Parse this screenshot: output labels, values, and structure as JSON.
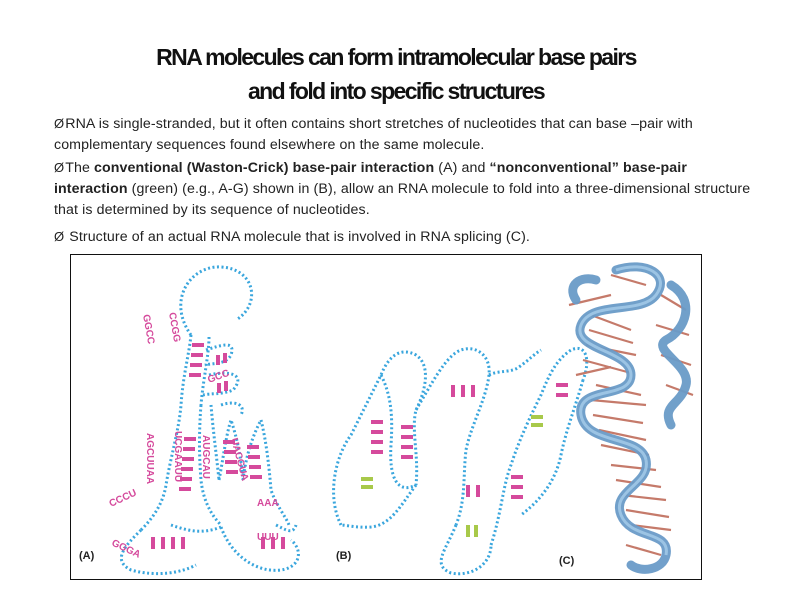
{
  "title": {
    "line1": "RNA molecules can form intramolecular base pairs",
    "line2": "and fold into specific  structures"
  },
  "bullets": {
    "glyph": "Ø",
    "p1": "RNA is single-stranded, but it often contains short stretches of nucleotides that can  base –pair with complementary sequences found elsewhere on the same  molecule.",
    "p2_pre": "The ",
    "p2_bold1": "conventional (Waston-Crick) base-pair interaction",
    "p2_mid1": " (A) and ",
    "p2_bold2": "“nonconventional” base-pair interaction",
    "p2_post": " (green) (e.g., A-G) shown in (B), allow an RNA molecule to fold into a three-dimensional structure that is determined by its sequence of  nucleotides.",
    "p3": " Structure of an actual RNA molecule that is involved in RNA splicing (C)."
  },
  "figure": {
    "panel_a": "(A)",
    "panel_b": "(B)",
    "panel_c": "(C)",
    "seq_a1": "GGCC",
    "seq_a2": "CCGG",
    "seq_a3": "GCC",
    "seq_a4": "AGCUUAA",
    "seq_a5": "UCGAAUU",
    "seq_a6": "AUGCAU",
    "seq_a7": "UACGUA",
    "seq_a8": "CCCU",
    "seq_a9": "GGGA",
    "seq_a10": "AAA",
    "seq_a11": "UUU",
    "colors": {
      "backbone": "#3aa6dd",
      "wc_pair": "#d54a9c",
      "nonconv_pair": "#a8c94a",
      "helix": "#6a9bc8",
      "bases": "#c57a6a"
    }
  }
}
